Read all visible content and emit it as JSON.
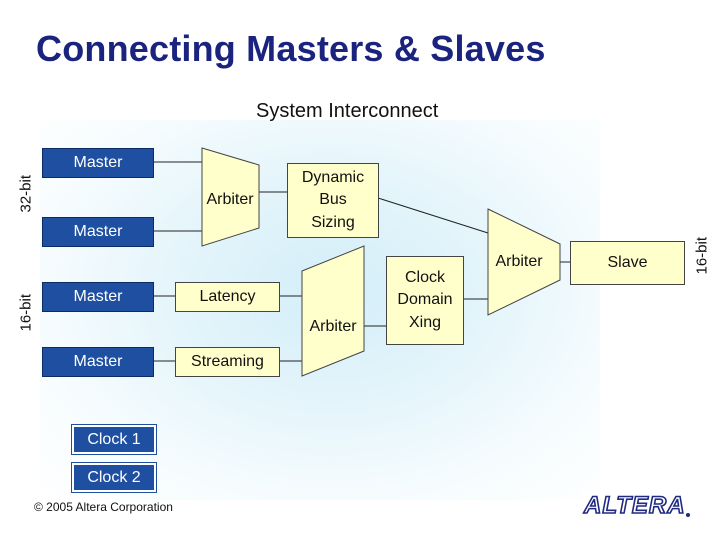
{
  "title": "Connecting Masters & Slaves",
  "subtitle": "System Interconnect",
  "width_labels": {
    "top_left": "32-bit",
    "bottom_left": "16-bit",
    "right": "16-bit"
  },
  "masters": [
    "Master",
    "Master",
    "Master",
    "Master"
  ],
  "arbiters": [
    "Arbiter",
    "Arbiter",
    "Arbiter"
  ],
  "adapters": {
    "dynamic": [
      "Dynamic",
      "Bus",
      "Sizing"
    ],
    "latency": "Latency",
    "streaming": "Streaming",
    "clock": [
      "Clock",
      "Domain",
      "Xing"
    ]
  },
  "slave": "Slave",
  "clock_legend": [
    "Clock 1",
    "Clock 2"
  ],
  "colors": {
    "master_fill": "#1f4fa0",
    "component_fill": "#ffffcc",
    "title": "#1a237e"
  },
  "copyright": "© 2005 Altera Corporation",
  "logo": {
    "text": "ALTERA."
  }
}
